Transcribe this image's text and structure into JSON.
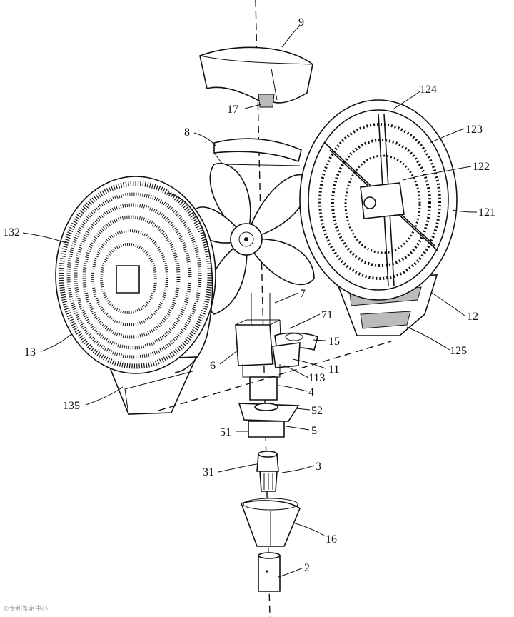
{
  "labels": {
    "l9": "9",
    "l17": "17",
    "l8": "8",
    "l124": "124",
    "l123": "123",
    "l122": "122",
    "l121": "121",
    "l12": "12",
    "l125": "125",
    "l132": "132",
    "l13": "13",
    "l135": "135",
    "l7": "7",
    "l71": "71",
    "l15": "15",
    "l6": "6",
    "l11": "11",
    "l113": "113",
    "l4": "4",
    "l52": "52",
    "l51": "51",
    "l5": "5",
    "l31": "31",
    "l3": "3",
    "l16": "16",
    "l2": "2"
  },
  "watermark": "©专利鉴定中心"
}
